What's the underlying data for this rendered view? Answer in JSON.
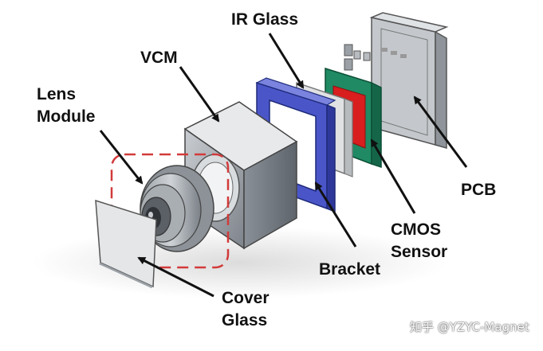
{
  "labels": {
    "ir_glass": "IR Glass",
    "vcm": "VCM",
    "lens_module": [
      "Lens",
      "Module"
    ],
    "pcb": "PCB",
    "cmos_sensor": [
      "CMOS",
      "Sensor"
    ],
    "bracket": "Bracket",
    "cover_glass": [
      "Cover",
      "Glass"
    ]
  },
  "watermark": "知乎 @YZYC-Magnet",
  "colors": {
    "bracket": "#4a56c8",
    "cmos_board": "#1f8a63",
    "cmos_die": "#d81e1e",
    "highlight_box": "#d23a3a",
    "arrow": "#111111"
  }
}
